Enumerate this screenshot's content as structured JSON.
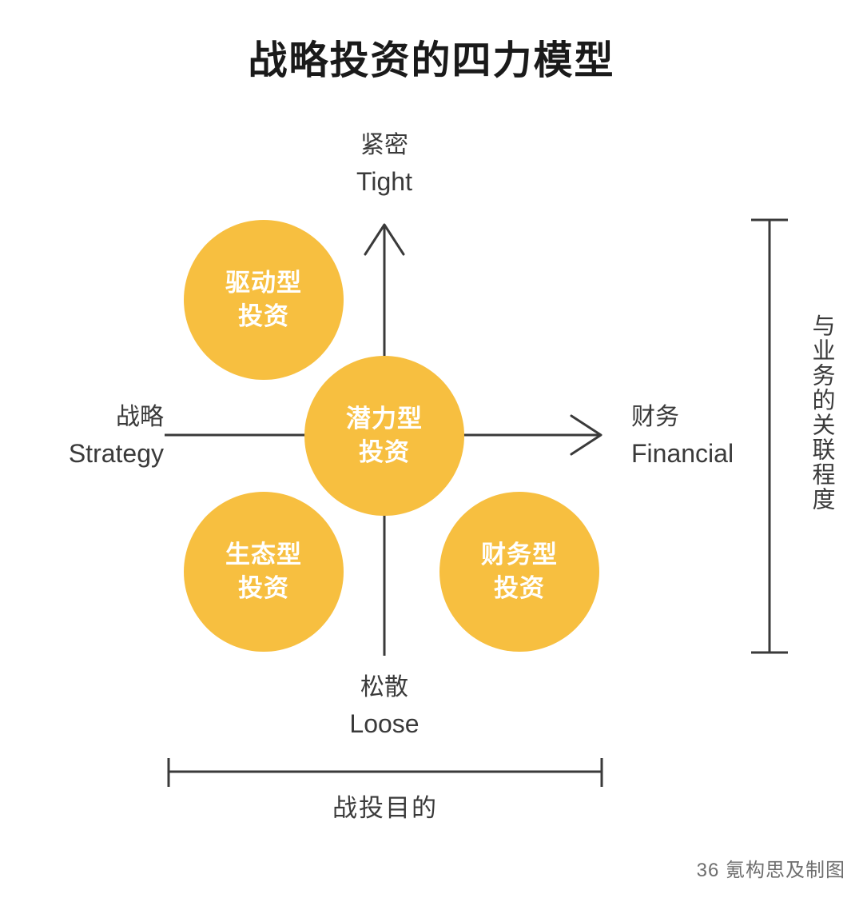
{
  "title": "战略投资的四力模型",
  "colors": {
    "bubble_fill": "#f7bf40",
    "bubble_text": "#ffffff",
    "axis_line": "#3a3a3a",
    "label_text": "#3a3a3a",
    "title_text": "#1a1a1a",
    "credit_text": "#6e6e6e",
    "background": "#ffffff"
  },
  "axes": {
    "top": {
      "cn": "紧密",
      "en": "Tight"
    },
    "bottom": {
      "cn": "松散",
      "en": "Loose"
    },
    "left": {
      "cn": "战略",
      "en": "Strategy"
    },
    "right": {
      "cn": "财务",
      "en": "Financial"
    }
  },
  "brackets": {
    "vertical_caption": "与业务的关联程度",
    "horizontal_caption": "战投目的"
  },
  "bubbles": [
    {
      "id": "driver",
      "line1": "驱动型",
      "line2": "投资",
      "quadrant": "top-left"
    },
    {
      "id": "potential",
      "line1": "潜力型",
      "line2": "投资",
      "quadrant": "center"
    },
    {
      "id": "ecology",
      "line1": "生态型",
      "line2": "投资",
      "quadrant": "bottom-left"
    },
    {
      "id": "financial",
      "line1": "财务型",
      "line2": "投资",
      "quadrant": "bottom-right"
    }
  ],
  "credit": "36 氪构思及制图",
  "chart_data": {
    "type": "scatter",
    "title": "战略投资的四力模型",
    "xlabel": "战投目的",
    "ylabel": "与业务的关联程度",
    "x_axis": {
      "left_label": "战略 Strategy",
      "right_label": "财务 Financial"
    },
    "y_axis": {
      "bottom_label": "松散 Loose",
      "top_label": "紧密 Tight"
    },
    "grid": false,
    "legend": "none",
    "points": [
      {
        "label": "驱动型投资",
        "x": -1,
        "y": 1,
        "size": 200,
        "color": "#f7bf40"
      },
      {
        "label": "潜力型投资",
        "x": 0,
        "y": 0,
        "size": 200,
        "color": "#f7bf40"
      },
      {
        "label": "生态型投资",
        "x": -1,
        "y": -1,
        "size": 200,
        "color": "#f7bf40"
      },
      {
        "label": "财务型投资",
        "x": 1,
        "y": -1,
        "size": 200,
        "color": "#f7bf40"
      }
    ]
  }
}
